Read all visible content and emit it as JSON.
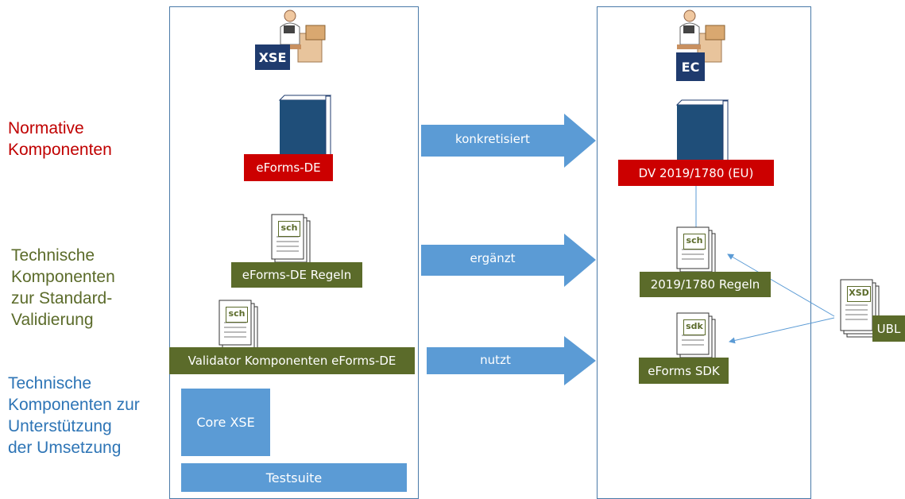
{
  "left_labels": {
    "normative": "Normative\nKomponenten",
    "technical_validation": "Technische\nKomponenten\nzur Standard-\nValidierung",
    "technical_support": "Technische\nKomponenten zur\nUnterstützung\nder Umsetzung"
  },
  "left_column": {
    "actor": "XSE",
    "doc": "eForms-DE",
    "rules": "eForms-DE Regeln",
    "rules_icon_text": "sch",
    "validator": "Validator Komponenten eForms-DE",
    "validator_icon_text": "sch",
    "core": "Core XSE",
    "testsuite": "Testsuite"
  },
  "right_column": {
    "actor": "EC",
    "doc": "DV 2019/1780 (EU)",
    "rules": "2019/1780 Regeln",
    "rules_icon_text": "sch",
    "sdk": "eForms SDK",
    "sdk_icon_text": "sdk"
  },
  "external": {
    "ubl": "UBL",
    "icon_text": "XSD"
  },
  "arrows": {
    "a1": "konkretisiert",
    "a2": "ergänzt",
    "a3": "nutzt"
  },
  "colors": {
    "normative": "#c00000",
    "technical_validation": "#5b6b2a",
    "technical_support": "#2e75b6",
    "arrow": "#5b9bd5",
    "navy": "#1f3b6e",
    "doc_red": "#cc0000"
  }
}
